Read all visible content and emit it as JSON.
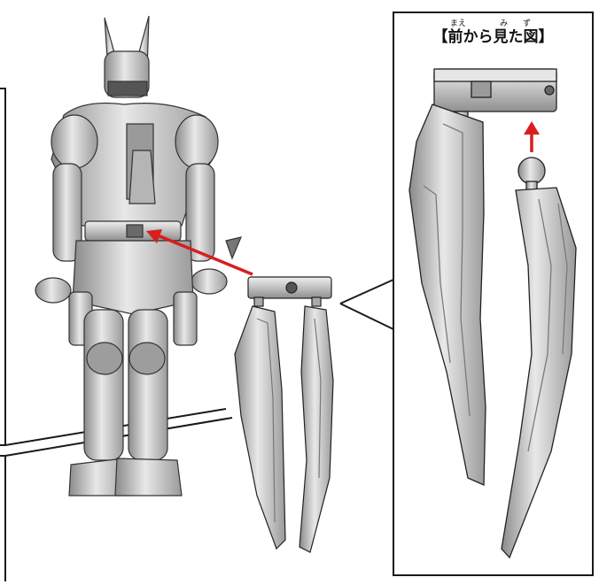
{
  "inset": {
    "title": "【前から見た図】",
    "furigana": [
      "まえ",
      "み",
      "ず"
    ]
  },
  "colors": {
    "arrow": "#d81e1e",
    "outline": "#1a1a1a",
    "part_fill": "#c9c9c9",
    "part_shade": "#8e8e8e",
    "part_light": "#eeeeee"
  }
}
